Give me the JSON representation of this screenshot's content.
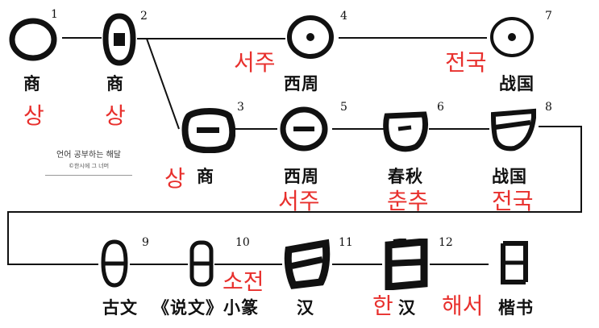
{
  "nodes": [
    {
      "num": "1",
      "caption": "商",
      "korean": "상"
    },
    {
      "num": "2",
      "caption": "商",
      "korean": "상"
    },
    {
      "num": "3",
      "caption": "商",
      "korean": "상"
    },
    {
      "num": "4",
      "caption": "西周",
      "korean": "서주"
    },
    {
      "num": "5",
      "caption": "西周",
      "korean": "서주"
    },
    {
      "num": "6",
      "caption": "春秋",
      "korean": "춘추"
    },
    {
      "num": "7",
      "caption": "战国",
      "korean": "전국"
    },
    {
      "num": "8",
      "caption": "战国",
      "korean": "전국"
    },
    {
      "num": "9",
      "caption": "古文",
      "korean": ""
    },
    {
      "num": "10",
      "caption": "《说文》小篆",
      "korean": "소전"
    },
    {
      "num": "11",
      "caption": "汉",
      "korean": ""
    },
    {
      "num": "12",
      "caption": "汉",
      "korean": "한"
    },
    {
      "num": "",
      "caption": "楷书",
      "korean": "해서"
    }
  ],
  "credit": {
    "line1": "언어 공부하는 해달",
    "line2": "©한시에 그 너머"
  }
}
